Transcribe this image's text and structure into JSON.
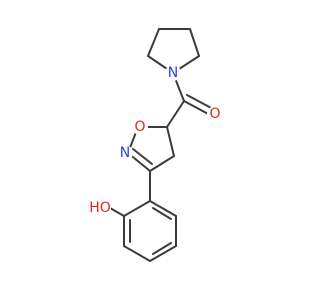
{
  "molecule": {
    "atoms": {
      "N_pyrrolidine": {
        "label": "N",
        "color": "#2f3cf5"
      },
      "O_carbonyl": {
        "label": "O",
        "color": "#e8251f"
      },
      "O_ring": {
        "label": "O",
        "color": "#e8251f"
      },
      "N_ring": {
        "label": "N",
        "color": "#2f3cf5"
      },
      "OH": {
        "label": "HO",
        "color": "#e8251f"
      }
    },
    "bond_color": "#3c3c3c"
  }
}
